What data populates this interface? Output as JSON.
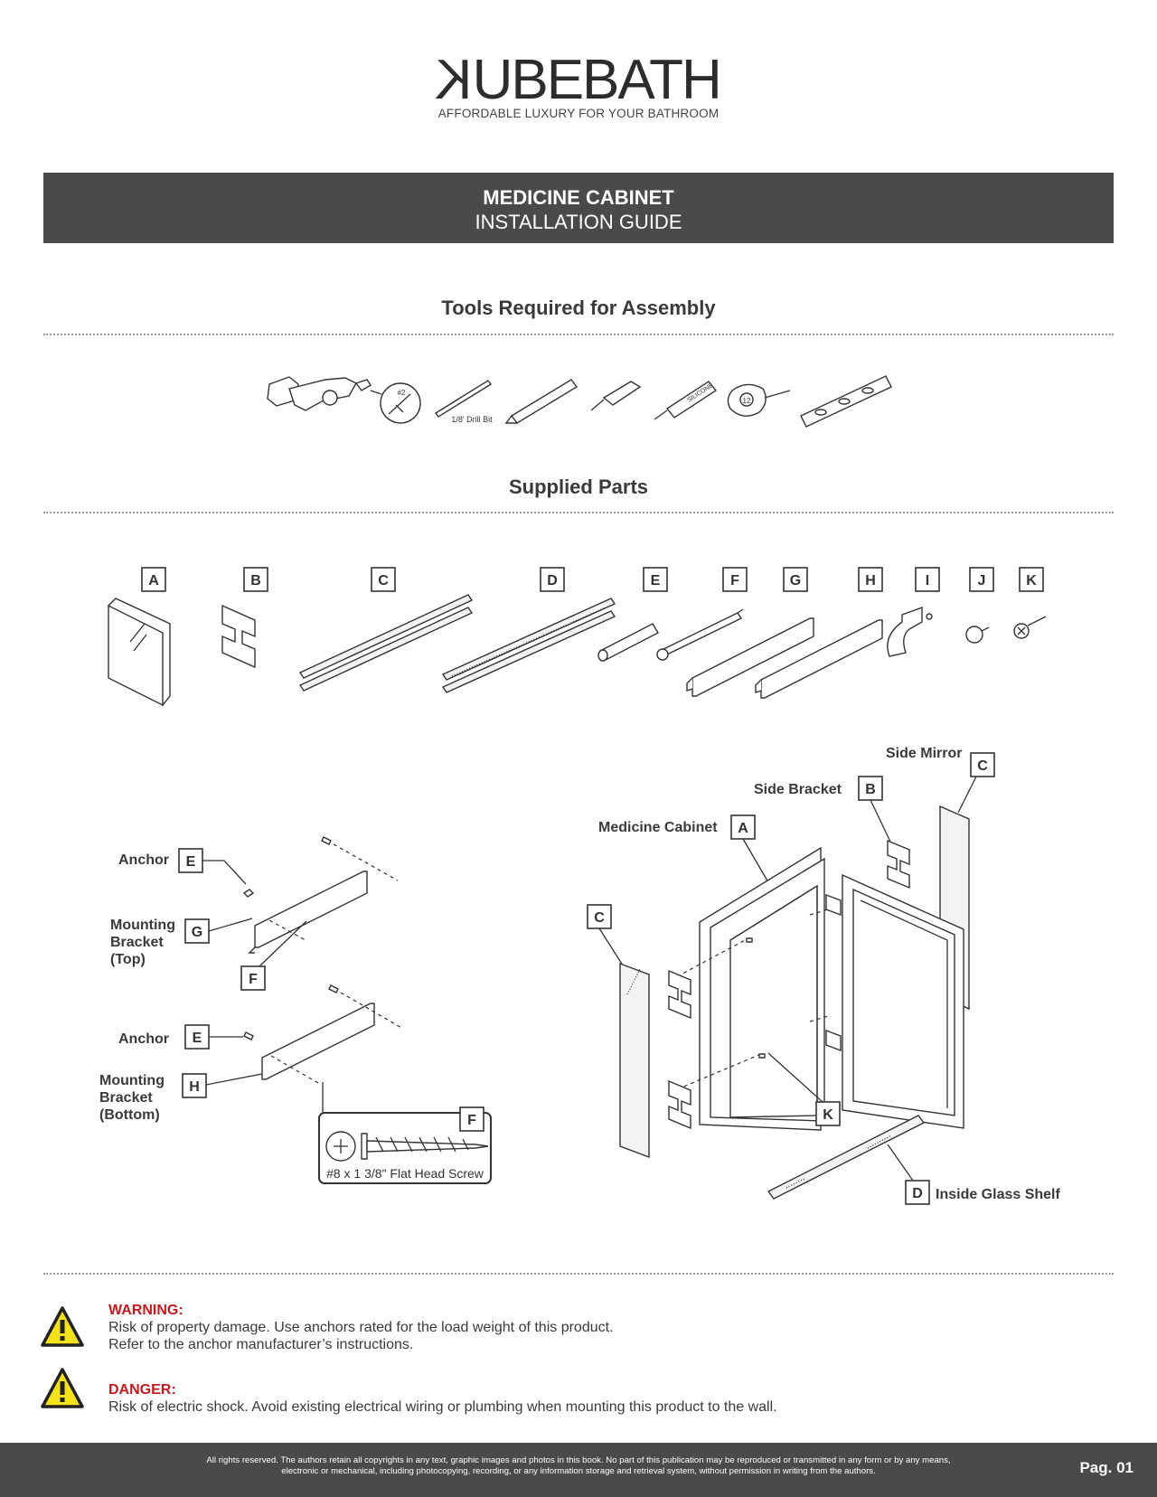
{
  "brand": {
    "logo_reversed": "K",
    "logo_rest": "UBEBATH",
    "tagline": "AFFORDABLE LUXURY FOR YOUR BATHROOM"
  },
  "banner": {
    "line1": "MEDICINE CABINET",
    "line2": "INSTALLATION GUIDE"
  },
  "tools": {
    "heading": "Tools Required for Assembly",
    "items": [
      "drill",
      "#2 phillips bit",
      "1/8' drill bit",
      "pencil",
      "screwdriver",
      "silicone",
      "tape measure",
      "level"
    ],
    "bit_label": "#2",
    "drill_bit_label": "1/8' Drill Bit",
    "silicone_label": "SILICONE",
    "tape_label": "12"
  },
  "parts": {
    "heading": "Supplied Parts",
    "letters": [
      "A",
      "B",
      "C",
      "D",
      "E",
      "F",
      "G",
      "H",
      "I",
      "J",
      "K"
    ]
  },
  "left_diagram": {
    "anchor_top": "Anchor",
    "anchor_bottom": "Anchor",
    "bracket_top_l1": "Mounting",
    "bracket_top_l2": "Bracket",
    "bracket_top_l3": "(Top)",
    "bracket_bottom_l1": "Mounting",
    "bracket_bottom_l2": "Bracket",
    "bracket_bottom_l3": "(Bottom)",
    "screw_caption": "#8 x 1 3/8\" Flat Head Screw"
  },
  "right_diagram": {
    "side_mirror": "Side Mirror",
    "side_bracket": "Side Bracket",
    "medicine_cabinet": "Medicine Cabinet",
    "inside_glass_shelf": "Inside Glass Shelf"
  },
  "notices": [
    {
      "title": "WARNING:",
      "line1": "Risk of property damage. Use anchors rated for the load weight of this product.",
      "line2": "Refer to the anchor manufacturer’s instructions."
    },
    {
      "title": "DANGER:",
      "line1": "Risk of electric shock. Avoid existing electrical wiring or plumbing when mounting this product to the wall."
    }
  ],
  "footer": {
    "copy_line1": "All rights reserved. The authors retain all copyrights in any text, graphic images and photos in this book. No part of this publication may be reproduced or transmitted in any form or by any means,",
    "copy_line2": "electronic or mechanical, including photocopying, recording, or any information storage and retrieval system, without permission in writing from the authors.",
    "page": "Pag. 01"
  },
  "colors": {
    "banner": "#4a4a4a",
    "warning_red": "#c8181e",
    "warning_yellow": "#f3e21a"
  }
}
